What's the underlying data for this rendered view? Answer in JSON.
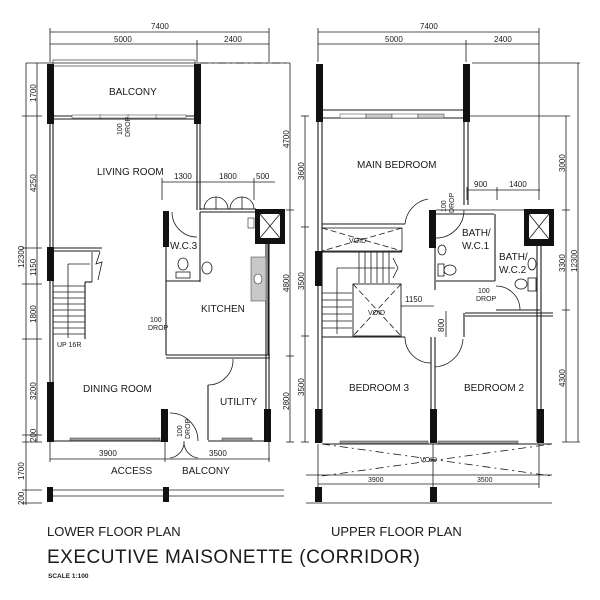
{
  "drawing": {
    "title": "EXECUTIVE MAISONETTE (CORRIDOR)",
    "scale": "SCALE 1:100",
    "colors": {
      "ink": "#1a1a1a",
      "column": "#111111",
      "glazing": "#9a9a9a",
      "background": "#ffffff"
    }
  },
  "lower_floor": {
    "label": "LOWER FLOOR PLAN",
    "rooms": {
      "balcony": "BALCONY",
      "living_room": "LIVING ROOM",
      "wc3": "W.C.3",
      "kitchen": "KITCHEN",
      "dining_room": "DINING ROOM",
      "utility": "UTILITY",
      "access": "ACCESS",
      "balcony_bottom": "BALCONY"
    },
    "notes": {
      "drop_balcony_1": "100",
      "drop_balcony_2": "DROP",
      "drop_kitchen_1": "100",
      "drop_kitchen_2": "DROP",
      "drop_entry_1": "100",
      "drop_entry_2": "DROP",
      "stairs": "UP 16R"
    },
    "dimensions": {
      "top_total": "7400",
      "top_left": "5000",
      "top_right": "2400",
      "kitchen_1": "1300",
      "kitchen_2": "1800",
      "kitchen_3": "500",
      "left_1": "1700",
      "left_2": "4250",
      "left_3": "1150",
      "left_4": "1800",
      "left_5": "3200",
      "left_6": "200",
      "left_total": "12300",
      "left_bottom_1": "1700",
      "left_bottom_2": "200",
      "right_1": "4700",
      "right_2": "4800",
      "right_3": "2800",
      "bottom_left": "3900",
      "bottom_right": "3500"
    }
  },
  "upper_floor": {
    "label": "UPPER FLOOR PLAN",
    "rooms": {
      "main_bedroom": "MAIN BEDROOM",
      "void_1": "VOID",
      "void_2": "VOID",
      "void_3": "VOID",
      "bath1_a": "BATH/",
      "bath1_b": "W.C.1",
      "bath2_a": "BATH/",
      "bath2_b": "W.C.2",
      "bedroom3": "BEDROOM 3",
      "bedroom2": "BEDROOM 2"
    },
    "notes": {
      "drop_bath1_1": "100",
      "drop_bath1_2": "DROP",
      "drop_bath2_1": "100",
      "drop_bath2_2": "DROP"
    },
    "dimensions": {
      "top_total": "7400",
      "top_left": "5000",
      "top_right": "2400",
      "bath_1": "900",
      "bath_2": "1400",
      "corridor": "1150",
      "door_gap": "800",
      "left_1": "3600",
      "left_2": "3500",
      "left_3": "3500",
      "mid_1": "3000",
      "mid_2": "3300",
      "mid_3": "4300",
      "right_total": "12300",
      "bottom_left": "3900",
      "bottom_right": "3500"
    }
  }
}
